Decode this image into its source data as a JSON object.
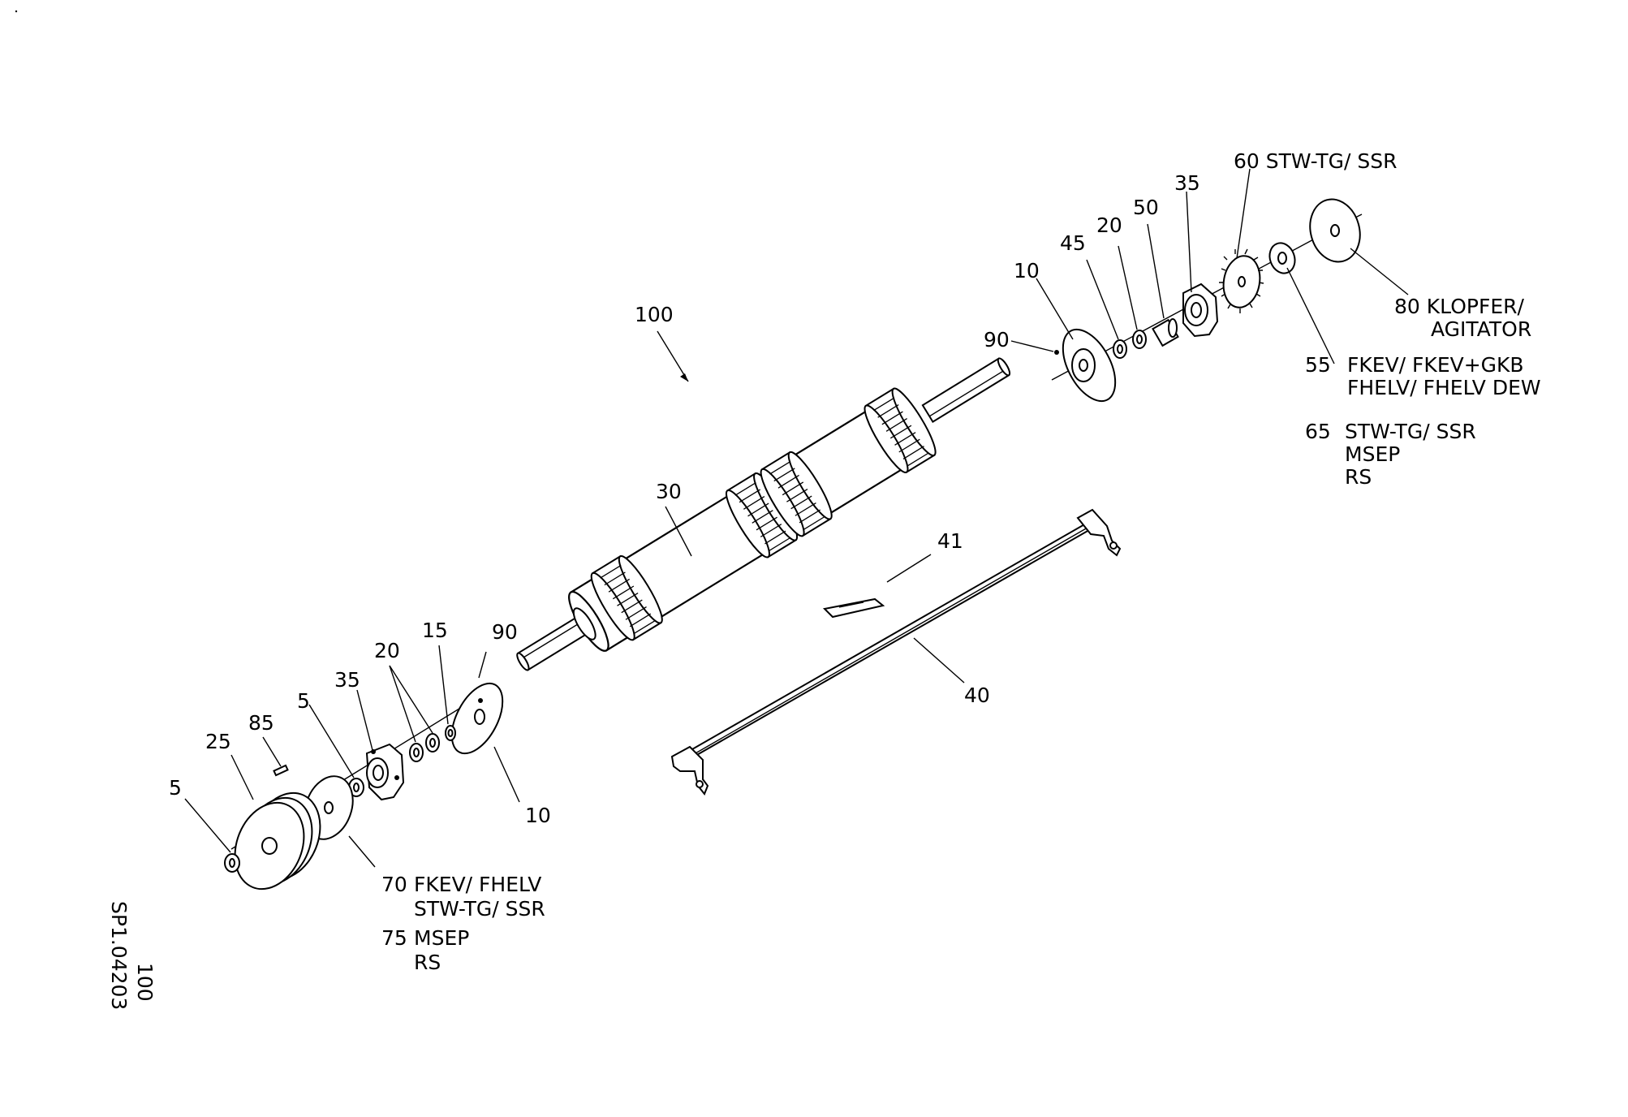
{
  "part_labels": {
    "p100": "100",
    "p30": "30",
    "p41": "41",
    "p40": "40",
    "p10_left": "10",
    "p90_left": "90",
    "p15": "15",
    "p20_left": "20",
    "p35_left": "35",
    "p5_mid": "5",
    "p85": "85",
    "p25": "25",
    "p5_left": "5",
    "p90_right": "90",
    "p10_right": "10",
    "p45": "45",
    "p20_right": "20",
    "p50": "50",
    "p35_right": "35"
  },
  "notes": {
    "n60": "60  STW-TG/  SSR",
    "n80_1": "80  KLOPFER/",
    "n80_2": "AGITATOR",
    "n55_num": "55",
    "n55_1": "FKEV/  FKEV+GKB",
    "n55_2": "FHELV/  FHELV  DEW",
    "n65_num": "65",
    "n65_1": "STW-TG/  SSR",
    "n65_2": "MSEP",
    "n65_3": "RS",
    "n70_num": "70",
    "n70_1": "FKEV/  FHELV",
    "n70_2": "STW-TG/  SSR",
    "n75_num": "75",
    "n75_1": "MSEP",
    "n75_2": "RS"
  },
  "drawing_id": {
    "line1": "100",
    "line2": "SP1.04203"
  }
}
